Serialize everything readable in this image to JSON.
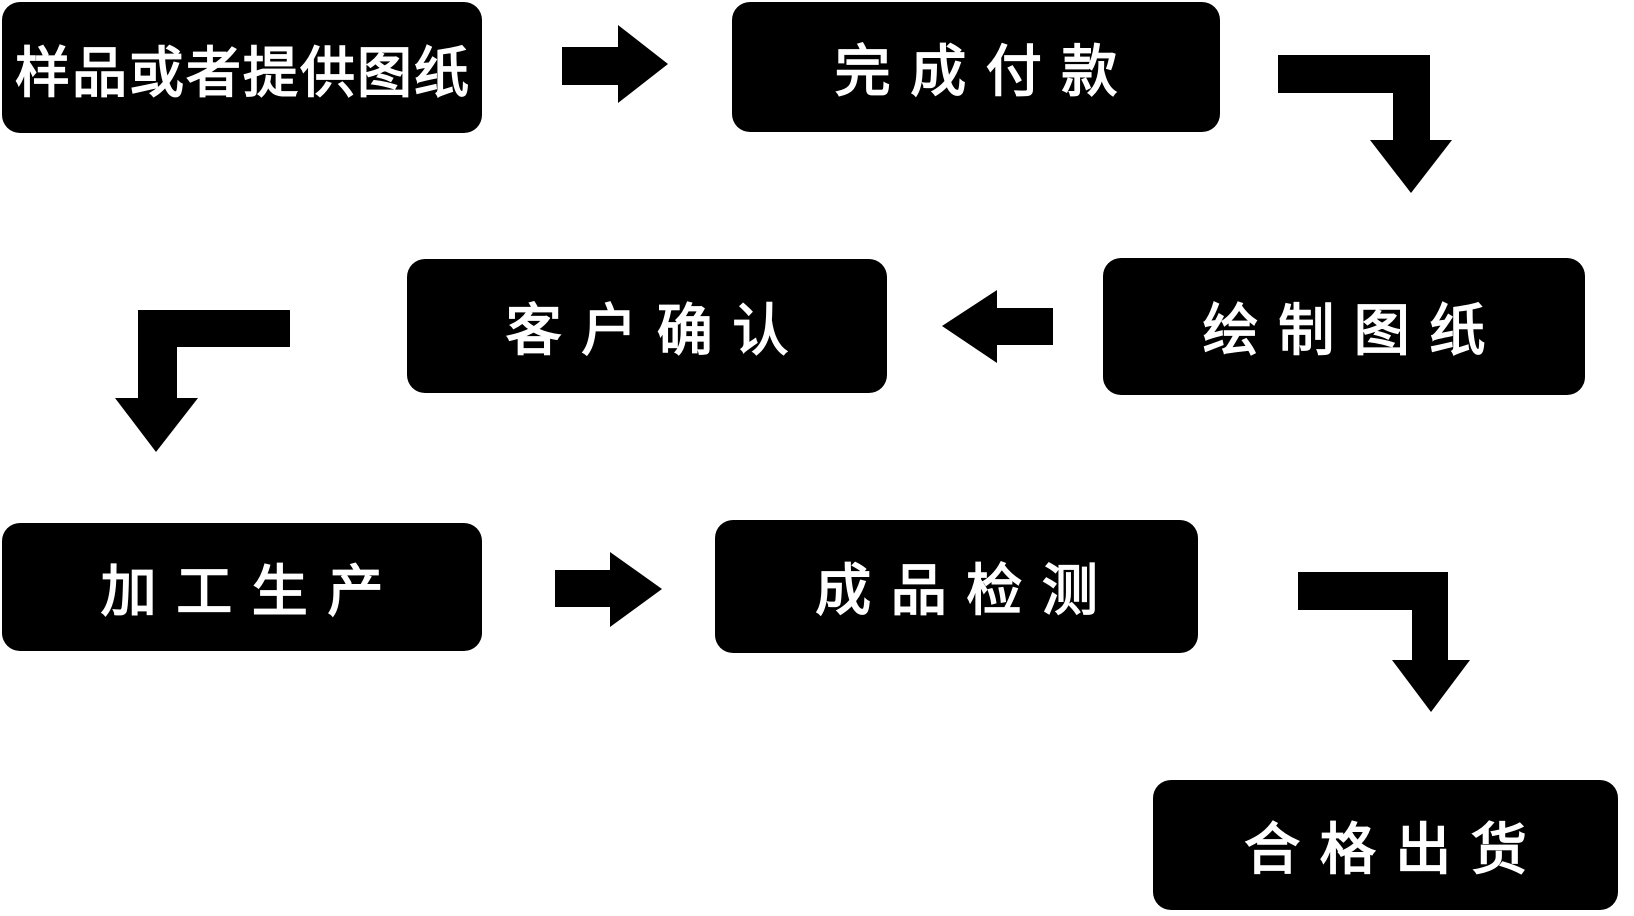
{
  "flowchart": {
    "type": "process-flow",
    "colors": {
      "node_fill": "#000000",
      "node_text": "#ffffff",
      "arrow_fill": "#000000",
      "background": "#ffffff"
    },
    "nodes": [
      {
        "id": "step-1",
        "label": "样品或者提供图纸"
      },
      {
        "id": "step-2",
        "label": "完成付款"
      },
      {
        "id": "step-3",
        "label": "绘制图纸"
      },
      {
        "id": "step-4",
        "label": "客户确认"
      },
      {
        "id": "step-5",
        "label": "加工生产"
      },
      {
        "id": "step-6",
        "label": "成品检测"
      },
      {
        "id": "step-7",
        "label": "合格出货"
      }
    ],
    "edges": [
      {
        "from": "step-1",
        "to": "step-2",
        "shape": "straight-right-arrow"
      },
      {
        "from": "step-2",
        "to": "step-3",
        "shape": "bent-right-down-arrow"
      },
      {
        "from": "step-3",
        "to": "step-4",
        "shape": "straight-left-arrow"
      },
      {
        "from": "step-4",
        "to": "step-5",
        "shape": "bent-left-down-arrow"
      },
      {
        "from": "step-5",
        "to": "step-6",
        "shape": "straight-right-arrow"
      },
      {
        "from": "step-6",
        "to": "step-7",
        "shape": "bent-right-down-arrow"
      }
    ]
  }
}
